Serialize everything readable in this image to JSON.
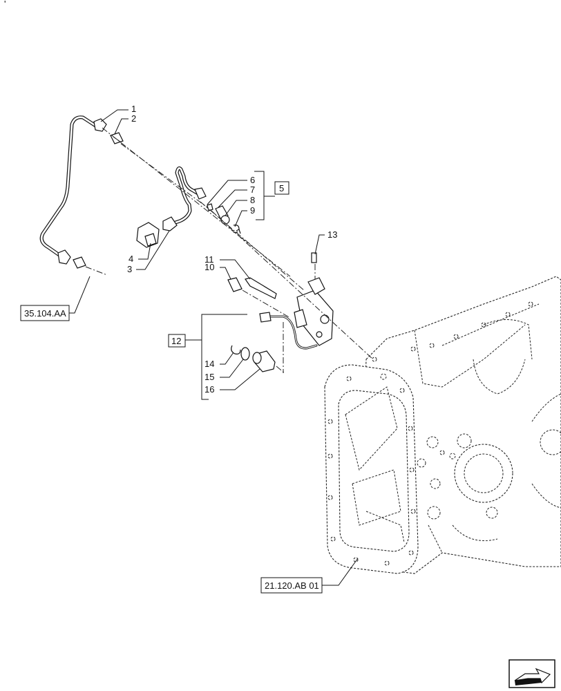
{
  "corner_mark": "'",
  "callouts": [
    {
      "id": "c1",
      "text": "1"
    },
    {
      "id": "c2",
      "text": "2"
    },
    {
      "id": "c3",
      "text": "3"
    },
    {
      "id": "c4",
      "text": "4"
    },
    {
      "id": "c5",
      "text": "5"
    },
    {
      "id": "c6",
      "text": "6"
    },
    {
      "id": "c7",
      "text": "7"
    },
    {
      "id": "c8",
      "text": "8"
    },
    {
      "id": "c9",
      "text": "9"
    },
    {
      "id": "c10",
      "text": "10"
    },
    {
      "id": "c11",
      "text": "11"
    },
    {
      "id": "c12",
      "text": "12"
    },
    {
      "id": "c13",
      "text": "13"
    },
    {
      "id": "c14",
      "text": "14"
    },
    {
      "id": "c15",
      "text": "15"
    },
    {
      "id": "c16",
      "text": "16"
    }
  ],
  "references": {
    "ref_left": "35.104.AA",
    "ref_housing": "21.120.AB 01"
  },
  "nav_icon": "next-page-arrow-icon"
}
